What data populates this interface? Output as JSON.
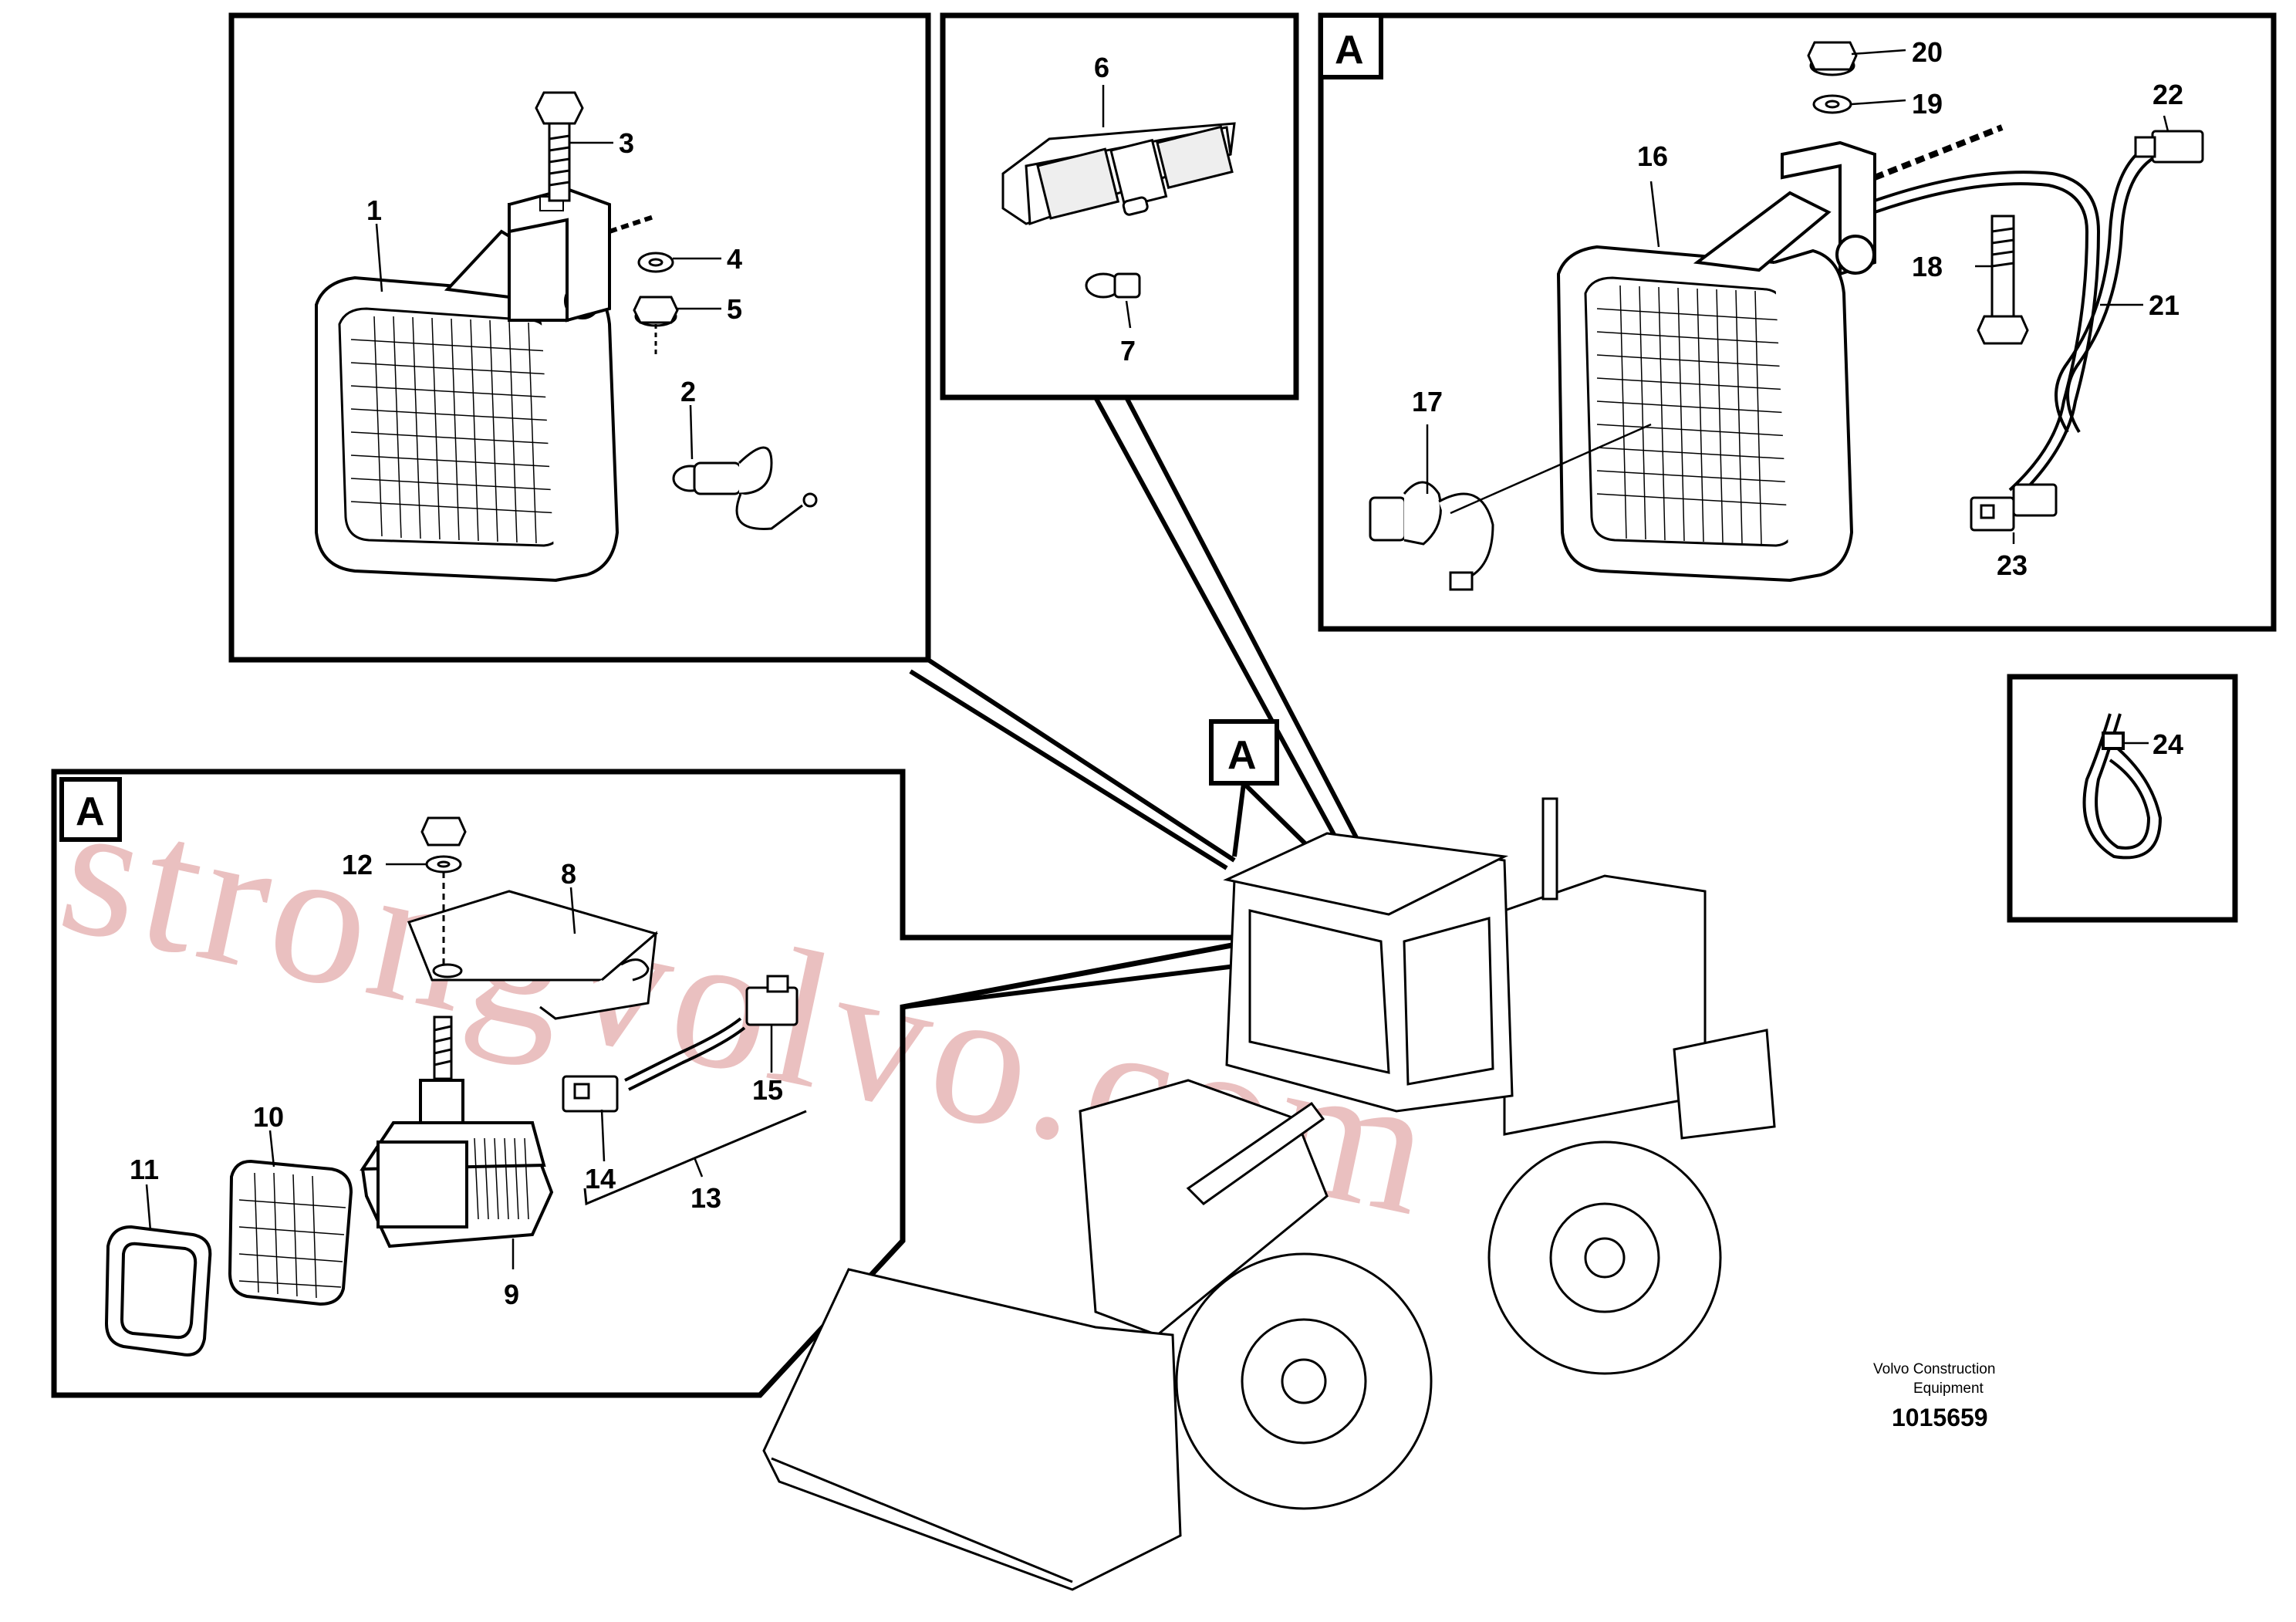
{
  "callouts": {
    "n1": "1",
    "n2": "2",
    "n3": "3",
    "n4": "4",
    "n5": "5",
    "n6": "6",
    "n7": "7",
    "n8": "8",
    "n9": "9",
    "n10": "10",
    "n11": "11",
    "n12": "12",
    "n13": "13",
    "n14": "14",
    "n15": "15",
    "n16": "16",
    "n17": "17",
    "n18": "18",
    "n19": "19",
    "n20": "20",
    "n21": "21",
    "n22": "22",
    "n23": "23",
    "n24": "24"
  },
  "view_labels": {
    "box_a": "A",
    "machine_a": "A",
    "rear_a": "A"
  },
  "footer": {
    "company_line1": "Volvo Construction",
    "company_line2": "Equipment",
    "drawing_number": "1015659"
  },
  "watermark": "strongvolvo.com"
}
